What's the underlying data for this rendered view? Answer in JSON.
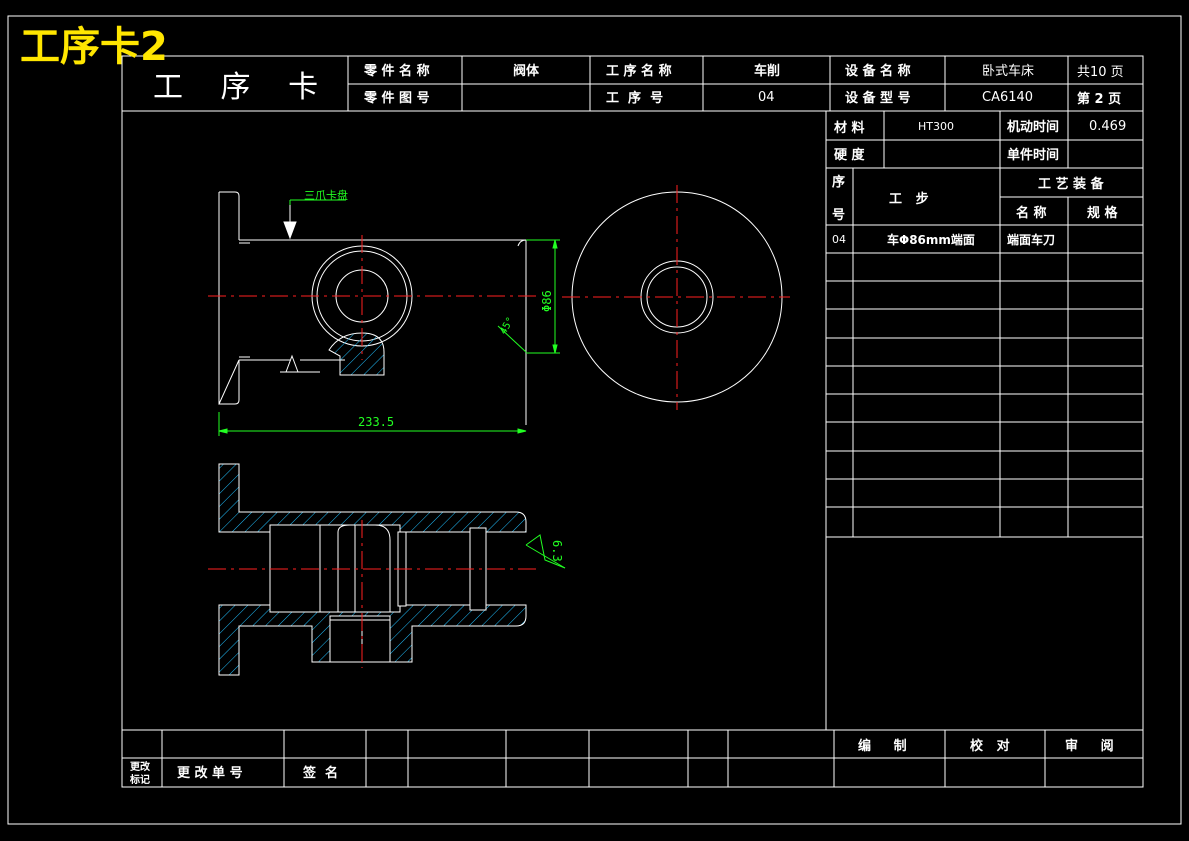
{
  "overlay_title": "工序卡2",
  "card_title": "工 序 卡",
  "header": {
    "part_name_label": "零 件 名 称",
    "part_name": "阀体",
    "process_name_label": "工 序 名 称",
    "process_name": "车削",
    "equipment_name_label": "设 备 名 称",
    "equipment_name": "卧式车床",
    "total_pages": "共10 页",
    "drawing_no_label": "零 件 图 号",
    "drawing_no": "",
    "process_no_label": "工  序  号",
    "process_no": "04",
    "equipment_model_label": "设 备 型 号",
    "equipment_model": "CA6140",
    "page_no": "第 2 页"
  },
  "info": {
    "material_label": "材  料",
    "material": "HT300",
    "machine_time_label": "机动时间",
    "machine_time": "0.469",
    "hardness_label": "硬  度",
    "hardness": "",
    "unit_time_label": "单件时间",
    "unit_time": ""
  },
  "steps_table": {
    "seq_label_top": "序",
    "seq_label_bottom": "号",
    "step_label": "工   步",
    "equipment_label": "工 艺 装 备",
    "name_label": "名 称",
    "spec_label": "规 格",
    "rows": [
      {
        "seq": "04",
        "step": "车Φ86mm端面",
        "tool": "端面车刀",
        "spec": ""
      }
    ]
  },
  "drawing": {
    "chuck_label": "三爪卡盘",
    "dim_length": "233.5",
    "dim_diameter": "Φ86",
    "dim_angle": "45°",
    "roughness": "6.3"
  },
  "footer": {
    "change_mark": "更改\n标记",
    "change_mark_l1": "更改",
    "change_mark_l2": "标记",
    "change_no_label": "更 改 单 号",
    "sign_label": "签  名",
    "prepared_label": "编     制",
    "checked_label": "校   对",
    "reviewed_label": "审     阅"
  },
  "colors": {
    "line": "#ffffff",
    "center": "#ff2020",
    "dimension": "#22ff22",
    "hatch": "#20c0ff",
    "title": "#ffe600"
  }
}
